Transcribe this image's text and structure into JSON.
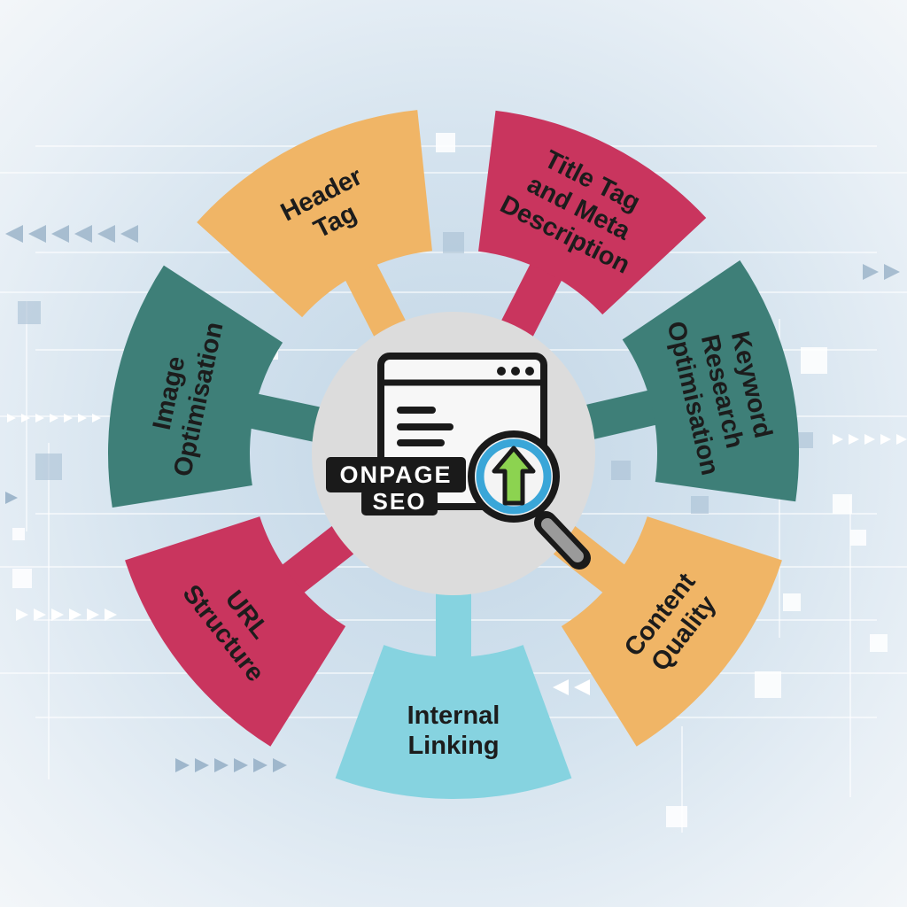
{
  "center": {
    "badge_line1": "ONPAGE",
    "badge_line2": "SEO"
  },
  "segments": [
    {
      "id": "header-tag",
      "lines": [
        "Header",
        "Tag"
      ],
      "color": "#f0b566"
    },
    {
      "id": "title-tag-meta",
      "lines": [
        "Title Tag",
        "and Meta",
        "Description"
      ],
      "color": "#c9355e"
    },
    {
      "id": "keyword-research",
      "lines": [
        "Keyword",
        "Research",
        "Optimisation"
      ],
      "color": "#3e7f78"
    },
    {
      "id": "content-quality",
      "lines": [
        "Content",
        "Quality"
      ],
      "color": "#f0b566"
    },
    {
      "id": "internal-linking",
      "lines": [
        "Internal",
        "Linking"
      ],
      "color": "#86d3e0"
    },
    {
      "id": "url-structure",
      "lines": [
        "URL",
        "Structure"
      ],
      "color": "#c9355e"
    },
    {
      "id": "image-optimisation",
      "lines": [
        "Image",
        "Optimisation"
      ],
      "color": "#3e7f78"
    }
  ],
  "colors": {
    "hub": "#dcdcdc",
    "icon_outline": "#1a1a1a",
    "magnifier_ring": "#3aa6d8",
    "arrow": "#8cd350"
  },
  "icons": [
    "browser-window-icon",
    "magnifier-icon",
    "upload-arrow-icon"
  ]
}
